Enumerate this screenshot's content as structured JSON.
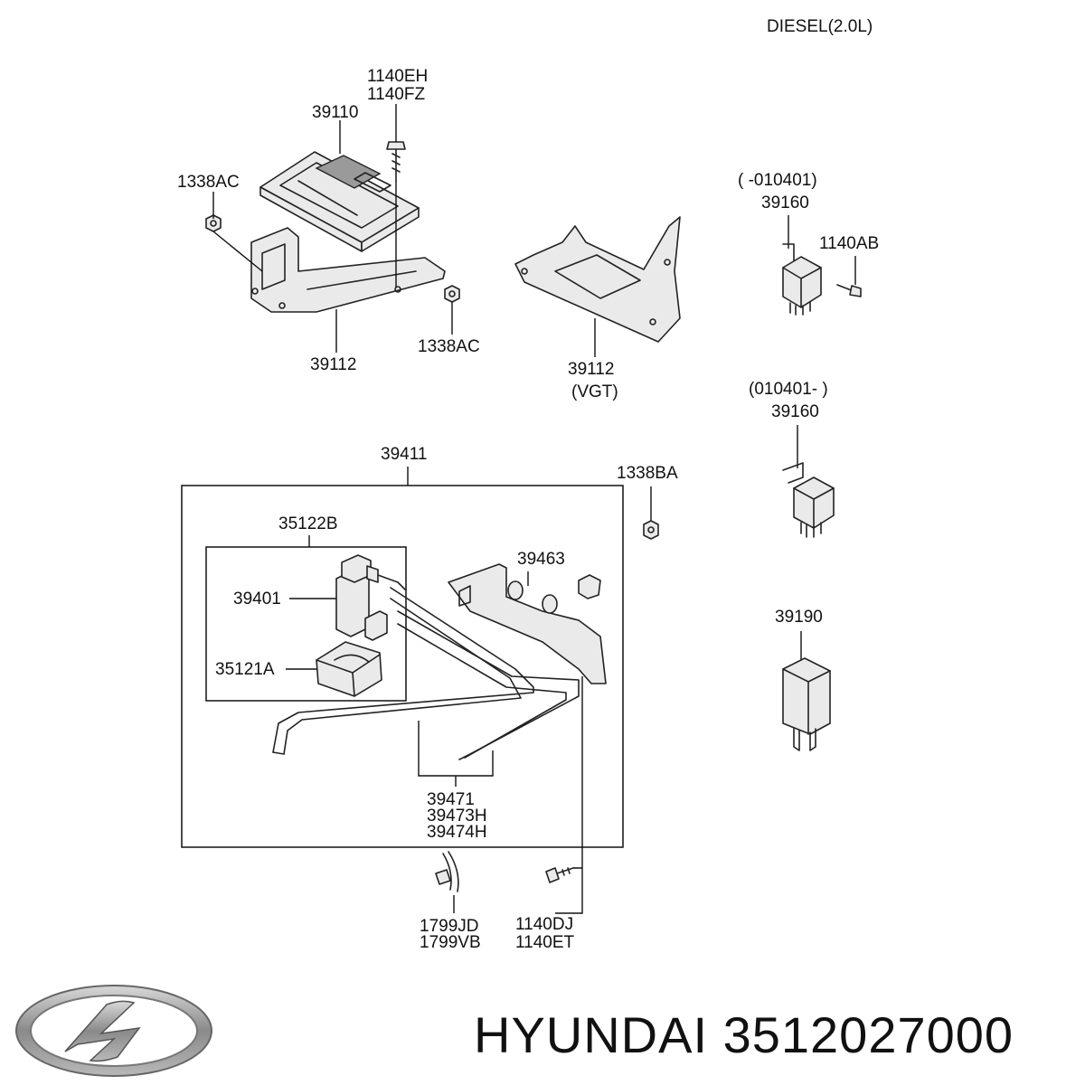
{
  "header": {
    "engine": "DIESEL(2.0L)"
  },
  "labels": {
    "p1140eh": "1140EH",
    "p1140fz": "1140FZ",
    "p39110": "39110",
    "p1338ac_top": "1338AC",
    "p1338ac_bottom": "1338AC",
    "p39112": "39112",
    "p39112_vgt": "39112",
    "vgt": "(VGT)",
    "range_a": "( -010401)",
    "p39160_a": "39160",
    "p1140ab": "1140AB",
    "range_b": "(010401- )",
    "p39160_b": "39160",
    "p39411": "39411",
    "p1338ba": "1338BA",
    "p35122b": "35122B",
    "p39463": "39463",
    "p39401": "39401",
    "p35121a": "35121A",
    "p39190": "39190",
    "p39471": "39471",
    "p39473h": "39473H",
    "p39474h": "39474H",
    "p1799jd": "1799JD",
    "p1799vb": "1799VB",
    "p1140dj": "1140DJ",
    "p1140et": "1140ET"
  },
  "footer": {
    "brand": "HYUNDAI",
    "part_number": "3512027000"
  },
  "logo": {
    "name": "hyundai-logo-icon",
    "color": "#8a8a8a"
  }
}
